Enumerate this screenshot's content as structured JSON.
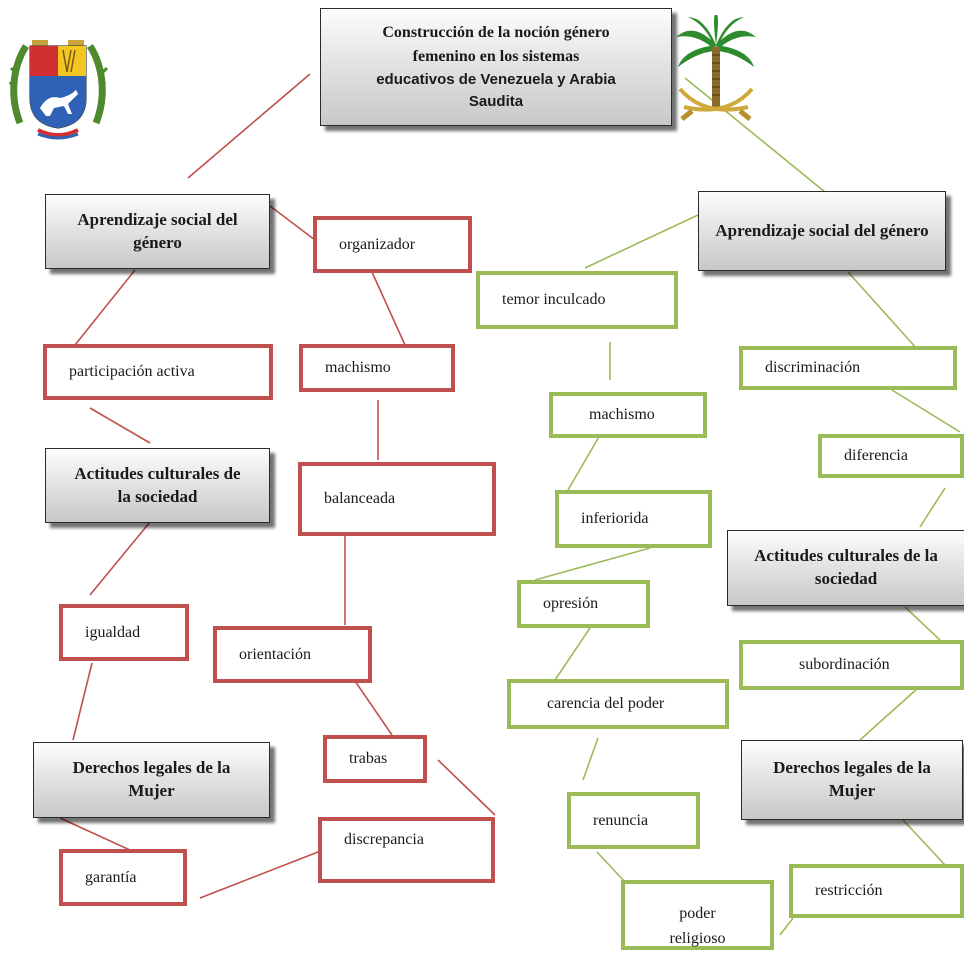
{
  "title": {
    "line1": "Construcción de la noción  género",
    "line2": "femenino en los sistemas",
    "line3": "educativos de Venezuela y Arabia",
    "line4": "Saudita"
  },
  "venezuela": {
    "h_aprendizaje": "Aprendizaje social del género",
    "h_actitudes": "Actitudes culturales de la sociedad",
    "h_derechos": "Derechos legales de la Mujer",
    "organizador": "organizador",
    "participacion": "participación  activa",
    "machismo": "machismo",
    "balanceada": "balanceada",
    "igualdad": "igualdad",
    "orientacion": "orientación",
    "trabas": "trabas",
    "discrepancia": "discrepancia",
    "garantia": "garantía"
  },
  "arabia": {
    "h_aprendizaje": "Aprendizaje social del género",
    "h_actitudes": "Actitudes culturales de la sociedad",
    "h_derechos": "Derechos legales de la Mujer",
    "temor": "temor  inculcado",
    "discriminacion": "discriminación",
    "machismo": "machismo",
    "diferencia": "diferencia",
    "inferiorida": "inferiorida",
    "opresion": "opresión",
    "subordinacion": "subordinación",
    "carencia": "carencia del  poder",
    "renuncia": "renuncia",
    "restriccion": "restricción",
    "poder_religioso": "poder religioso"
  },
  "colors": {
    "venezuela_accent": "#c0504d",
    "arabia_accent": "#9bbb59",
    "header_fill": "#d9d9d9"
  },
  "icons": {
    "left": "venezuela-coat-of-arms-icon",
    "right": "saudi-palm-swords-emblem-icon"
  }
}
